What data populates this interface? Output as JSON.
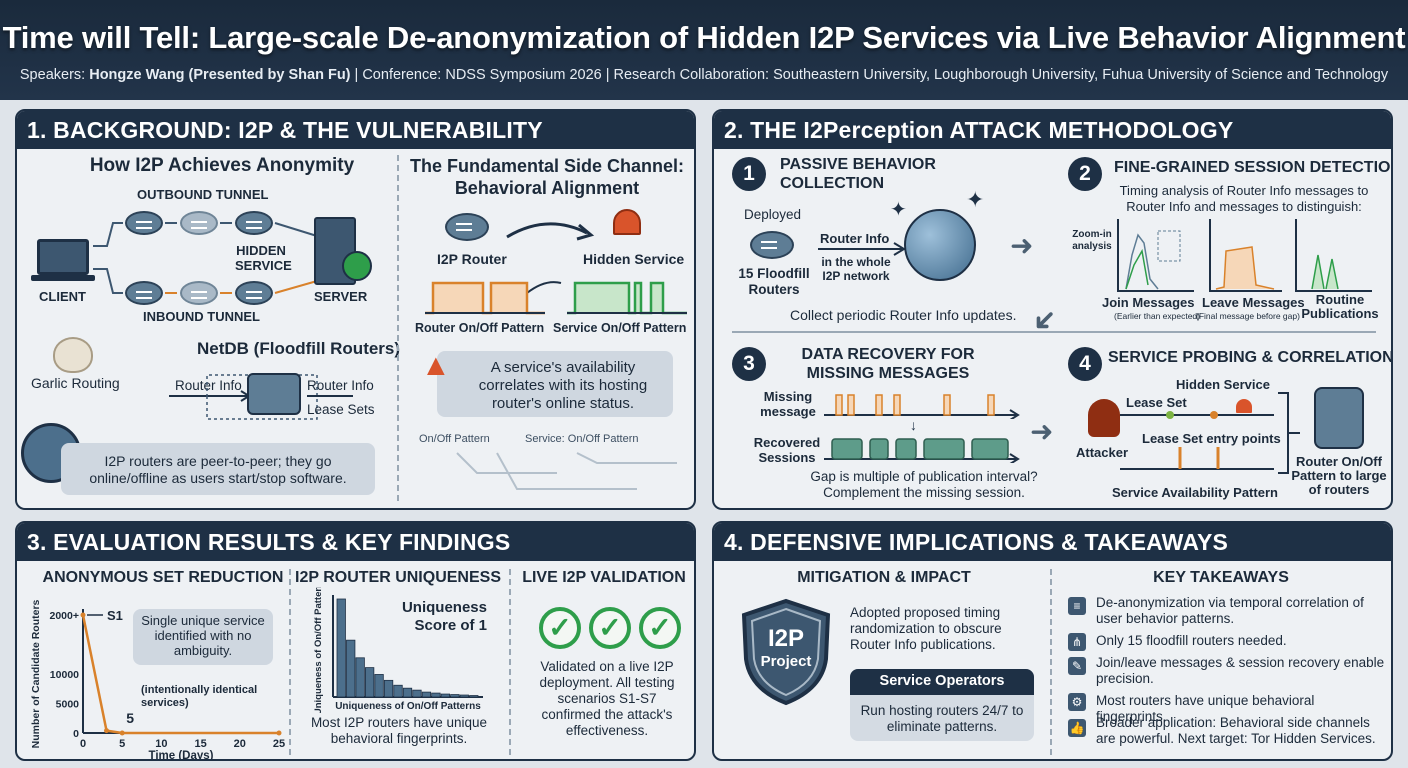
{
  "header": {
    "title": "Time will Tell: Large-scale De-anonymization of Hidden I2P Services via Live Behavior Alignment",
    "speakers_label": "Speakers:",
    "speakers": "Hongze Wang (Presented by Shan Fu)",
    "rest": " | Conference: NDSS Symposium 2026 | Research Collaboration: Southeastern University, Loughborough University, Fuhua University of Science and Technology"
  },
  "p1": {
    "title": "1. BACKGROUND: I2P & THE VULNERABILITY",
    "how_title": "How I2P Achieves Anonymity",
    "outbound": "OUTBOUND TUNNEL",
    "inbound": "INBOUND TUNNEL",
    "client": "CLIENT",
    "hidden_service": "HIDDEN SERVICE",
    "server": "SERVER",
    "garlic": "Garlic Routing",
    "netdb": "NetDB (Floodfill Routers)",
    "router_info_in": "Router Info",
    "router_info_out": "Router Info",
    "lease_sets": "Lease Sets",
    "p2p_note": "I2P routers are peer-to-peer; they go online/offline as users start/stop software.",
    "side_title": "The Fundamental Side Channel: Behavioral Alignment",
    "i2p_router": "I2P Router",
    "hidden_service2": "Hidden Service",
    "router_pattern": "Router On/Off Pattern",
    "service_pattern": "Service On/Off Pattern",
    "warning": "A service's availability correlates with its hosting router's online status.",
    "onoff": "On/Off Pattern",
    "service_onoff": "Service: On/Off Pattern"
  },
  "p2": {
    "title": "2. THE I2Perception ATTACK METHODOLOGY",
    "s1_num": "1",
    "s1_title": "PASSIVE BEHAVIOR COLLECTION",
    "deployed": "Deployed",
    "floodfill": "15 Floodfill Routers",
    "router_info": "Router Info",
    "whole_net": "in the whole I2P network",
    "collect": "Collect periodic Router Info updates.",
    "s2_num": "2",
    "s2_title": "FINE-GRAINED SESSION DETECTION",
    "s2_desc": "Timing analysis of Router Info messages to Router Info and messages to distinguish:",
    "zoom": "Zoom-in analysis",
    "join": "Join Messages",
    "join_sub": "(Earlier than expected)",
    "leave": "Leave Messages",
    "leave_sub": "(Final message before gap)",
    "routine": "Routine Publications",
    "s3_num": "3",
    "s3_title": "DATA RECOVERY FOR MISSING MESSAGES",
    "missing": "Missing message",
    "recovered": "Recovered Sessions",
    "gap_q": "Gap is multiple of publication interval? Complement the missing session.",
    "s4_num": "4",
    "s4_title": "SERVICE PROBING & CORRELATION",
    "hidden": "Hidden Service",
    "lease_set": "Lease Set",
    "entry_points": "Lease Set entry points",
    "attacker": "Attacker",
    "avail": "Service Availability Pattern",
    "correlate": "Router On/Off Pattern to large of routers"
  },
  "p3": {
    "title": "3. EVALUATION RESULTS & KEY FINDINGS",
    "anon_title": "ANONYMOUS SET REDUCTION",
    "ylabel": "Number of Candidate Routers",
    "xlabel": "Time (Days)",
    "s1": "S1",
    "single": "Single unique service identified with no ambiguity.",
    "five": "5",
    "ident": "(intentionally identical services)",
    "uniq_title": "I2P ROUTER UNIQUENESS",
    "uniq_ylabel": "Uniqueness of On/Off Patterns",
    "uniq_xlabel": "Uniqueness of On/Off Patterns",
    "uniq_score": "Uniqueness Score of 1",
    "uniq_note": "Most I2P routers have unique behavioral fingerprints.",
    "live_title": "LIVE I2P VALIDATION",
    "live_note": "Validated on a live I2P deployment. All testing scenarios S1-S7 confirmed the attack's effectiveness."
  },
  "p4": {
    "title": "4. DEFENSIVE IMPLICATIONS & TAKEAWAYS",
    "mit_title": "MITIGATION & IMPACT",
    "shield_1": "I2P",
    "shield_2": "Project",
    "adopted": "Adopted proposed timing randomization to obscure Router Info publications.",
    "ops_title": "Service Operators",
    "ops_text": "Run hosting routers 24/7 to eliminate patterns.",
    "key_title": "KEY TAKEAWAYS",
    "takeaways": [
      "De-anonymization via temporal correlation of user behavior patterns.",
      "Only 15 floodfill routers needed.",
      "Join/leave messages & session recovery enable precision.",
      "Most routers have unique behavioral fingerprints.",
      "Broader application: Behavioral side channels are powerful. Next target: Tor Hidden Services."
    ]
  },
  "chart_data": [
    {
      "type": "line",
      "xlabel": "Time (Days)",
      "ylabel": "Number of Candidate Routers",
      "x_ticks": [
        0,
        5,
        10,
        15,
        20,
        25
      ],
      "y_ticks": [
        "0",
        "5000",
        "10000",
        "2000+"
      ],
      "x": [
        0,
        3,
        5,
        25
      ],
      "values": [
        20000,
        400,
        5,
        5
      ],
      "xlim": [
        0,
        25
      ],
      "ylim": [
        0,
        20000
      ]
    },
    {
      "type": "bar",
      "xlabel": "Uniqueness of On/Off Patterns",
      "ylabel": "Uniqueness of On/Off Patterns",
      "values": [
        100,
        58,
        40,
        30,
        23,
        17,
        12,
        9,
        7,
        5,
        4,
        3,
        2.5,
        2,
        1.5
      ],
      "ylim": [
        0,
        100
      ]
    }
  ]
}
